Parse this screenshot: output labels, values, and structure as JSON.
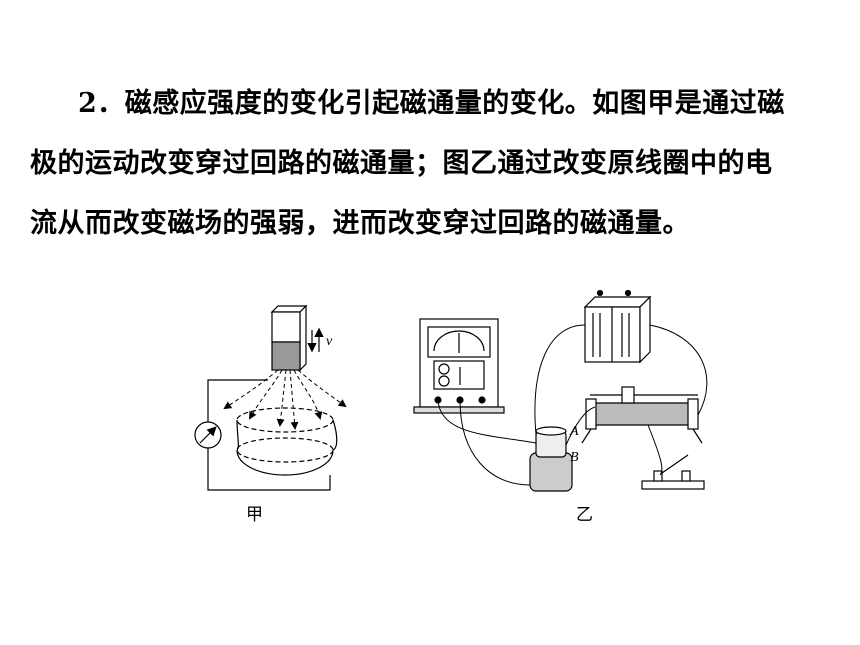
{
  "paragraph": {
    "line1": "2．磁感应强度的变化引起磁通量的变化。如图甲是通过磁",
    "line2": "极的运动改变穿过回路的磁通量；图乙通过改变原线圈中的电",
    "line3": "流从而改变磁场的强弱，进而改变穿过回路的磁通量。"
  },
  "figure_a": {
    "caption": "甲",
    "velocity_label": "v"
  },
  "figure_b": {
    "caption": "乙",
    "label_a": "A",
    "label_b": "B"
  }
}
